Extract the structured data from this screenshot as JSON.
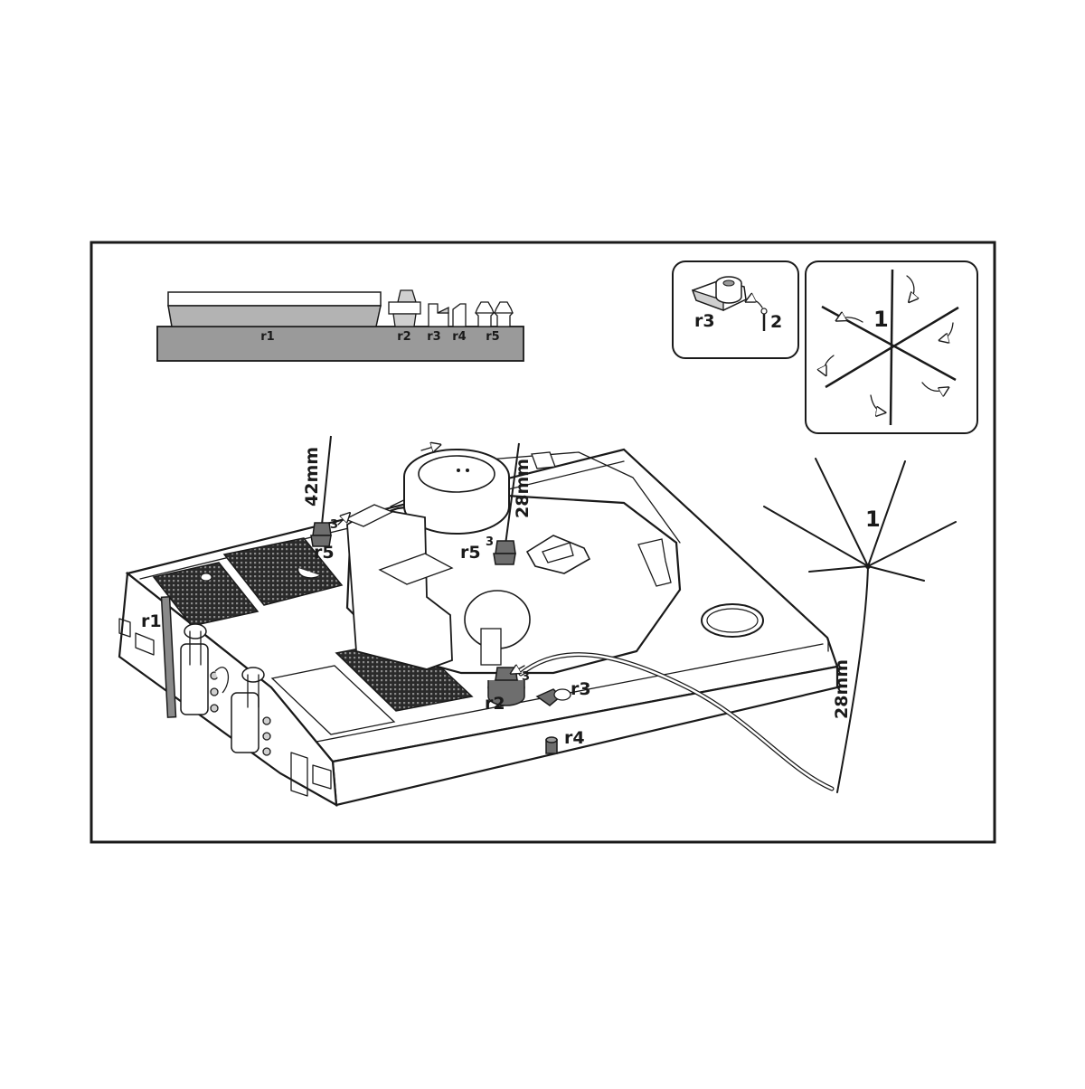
{
  "sprue_labels": {
    "r1": "r1",
    "r2": "r2",
    "r3": "r3",
    "r4": "r4",
    "r5": "r5"
  },
  "detail_box_1": {
    "part_r3": "r3",
    "part_2": "2"
  },
  "detail_box_2": {
    "part_1": "1"
  },
  "star_antenna": {
    "part_1": "1",
    "length": "28mm"
  },
  "hull_callouts": {
    "antenna_left_length": "42mm",
    "antenna_left_part": "r5",
    "antenna_left_step": "3",
    "antenna_mid_length": "28mm",
    "antenna_mid_part": "r5",
    "antenna_mid_step": "3",
    "rear_rod_part": "r1",
    "mount_part": "r2",
    "mount_step": "3",
    "clip_part": "r3",
    "socket_part": "r4"
  }
}
